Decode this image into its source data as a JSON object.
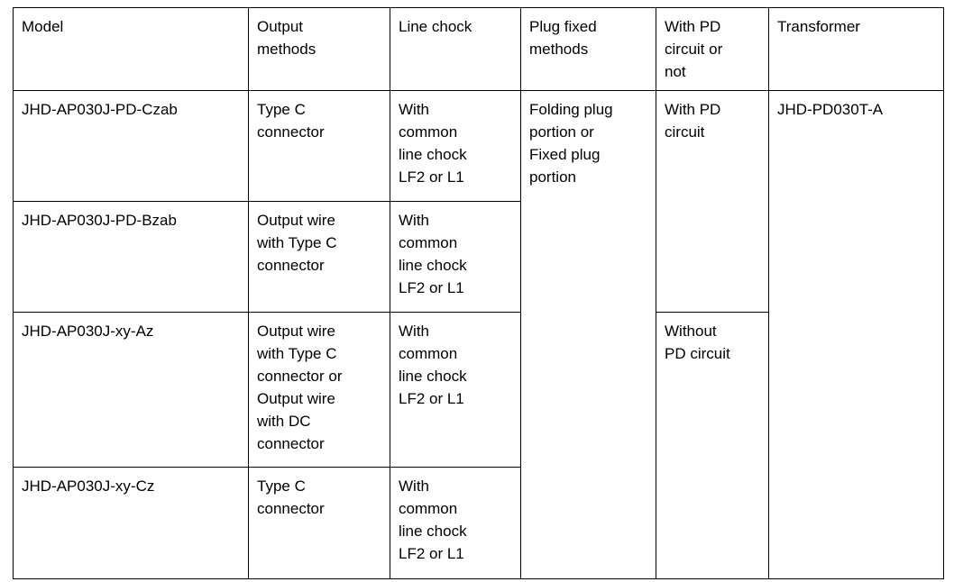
{
  "table": {
    "columns": [
      {
        "key": "model",
        "label": "Model"
      },
      {
        "key": "output",
        "label": "Output\nmethods"
      },
      {
        "key": "chock",
        "label": "Line chock"
      },
      {
        "key": "plug",
        "label": "Plug fixed\nmethods"
      },
      {
        "key": "pd",
        "label": "With PD\ncircuit or\nnot"
      },
      {
        "key": "transformer",
        "label": "Transformer"
      }
    ],
    "rows": [
      {
        "model": "JHD-AP030J-PD-Czab",
        "output": "Type C\nconnector",
        "chock": "With\ncommon\nline chock\nLF2 or L1",
        "plug": "Folding plug\nportion or\nFixed plug\nportion",
        "pd": "With PD\ncircuit",
        "transformer": "JHD-PD030T-A"
      },
      {
        "model": "JHD-AP030J-PD-Bzab",
        "output": "Output wire\nwith Type C\nconnector",
        "chock": "With\ncommon\nline chock\nLF2 or L1"
      },
      {
        "model": "JHD-AP030J-xy-Az",
        "output": "Output wire\nwith Type C\nconnector or\nOutput wire\nwith DC\nconnector",
        "chock": "With\ncommon\nline chock\nLF2 or L1",
        "pd": "Without\nPD circuit"
      },
      {
        "model": "JHD-AP030J-xy-Cz",
        "output": "Type C\nconnector",
        "chock": "With\ncommon\nline chock\nLF2 or L1"
      }
    ]
  },
  "colors": {
    "border": "#000000",
    "text": "#000000",
    "background": "#ffffff"
  }
}
